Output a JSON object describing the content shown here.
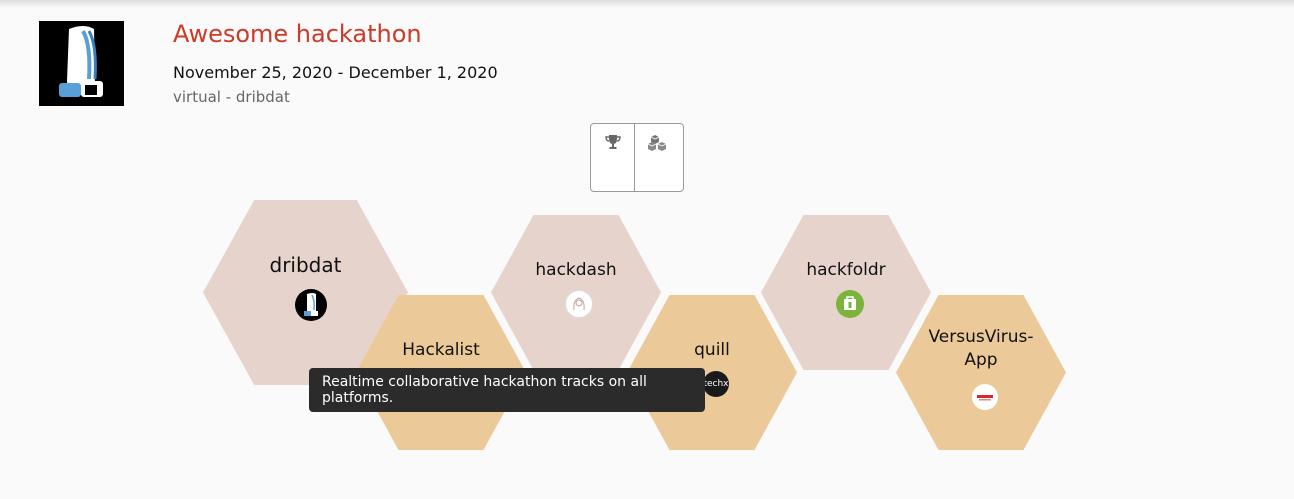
{
  "event": {
    "title": "Awesome hackathon",
    "dates": "November 25, 2020 - December 1, 2020",
    "venue": "virtual - dribdat",
    "logo_icon": "dribdat-logo"
  },
  "view_switcher": {
    "items": [
      {
        "icon": "trophy-icon"
      },
      {
        "icon": "cubes-icon"
      }
    ]
  },
  "projects": [
    {
      "name": "dribdat",
      "icon": "dribdat-logo",
      "color": "#e6d3cb"
    },
    {
      "name": "Hackalist",
      "icon": "hackalist-logo",
      "color": "#ecc999"
    },
    {
      "name": "hackdash",
      "icon": "hackdash-logo",
      "color": "#e6d3cb"
    },
    {
      "name": "quill",
      "icon": "techx-logo",
      "icon_text": "techx",
      "color": "#ecc999"
    },
    {
      "name": "hackfoldr",
      "icon": "hackfoldr-logo",
      "color": "#e6d3cb"
    },
    {
      "name": "VersusVirus-App",
      "icon": "versusvirus-logo",
      "color": "#ecc999"
    }
  ],
  "tooltip": {
    "text": "Realtime collaborative hackathon tracks on all platforms."
  }
}
